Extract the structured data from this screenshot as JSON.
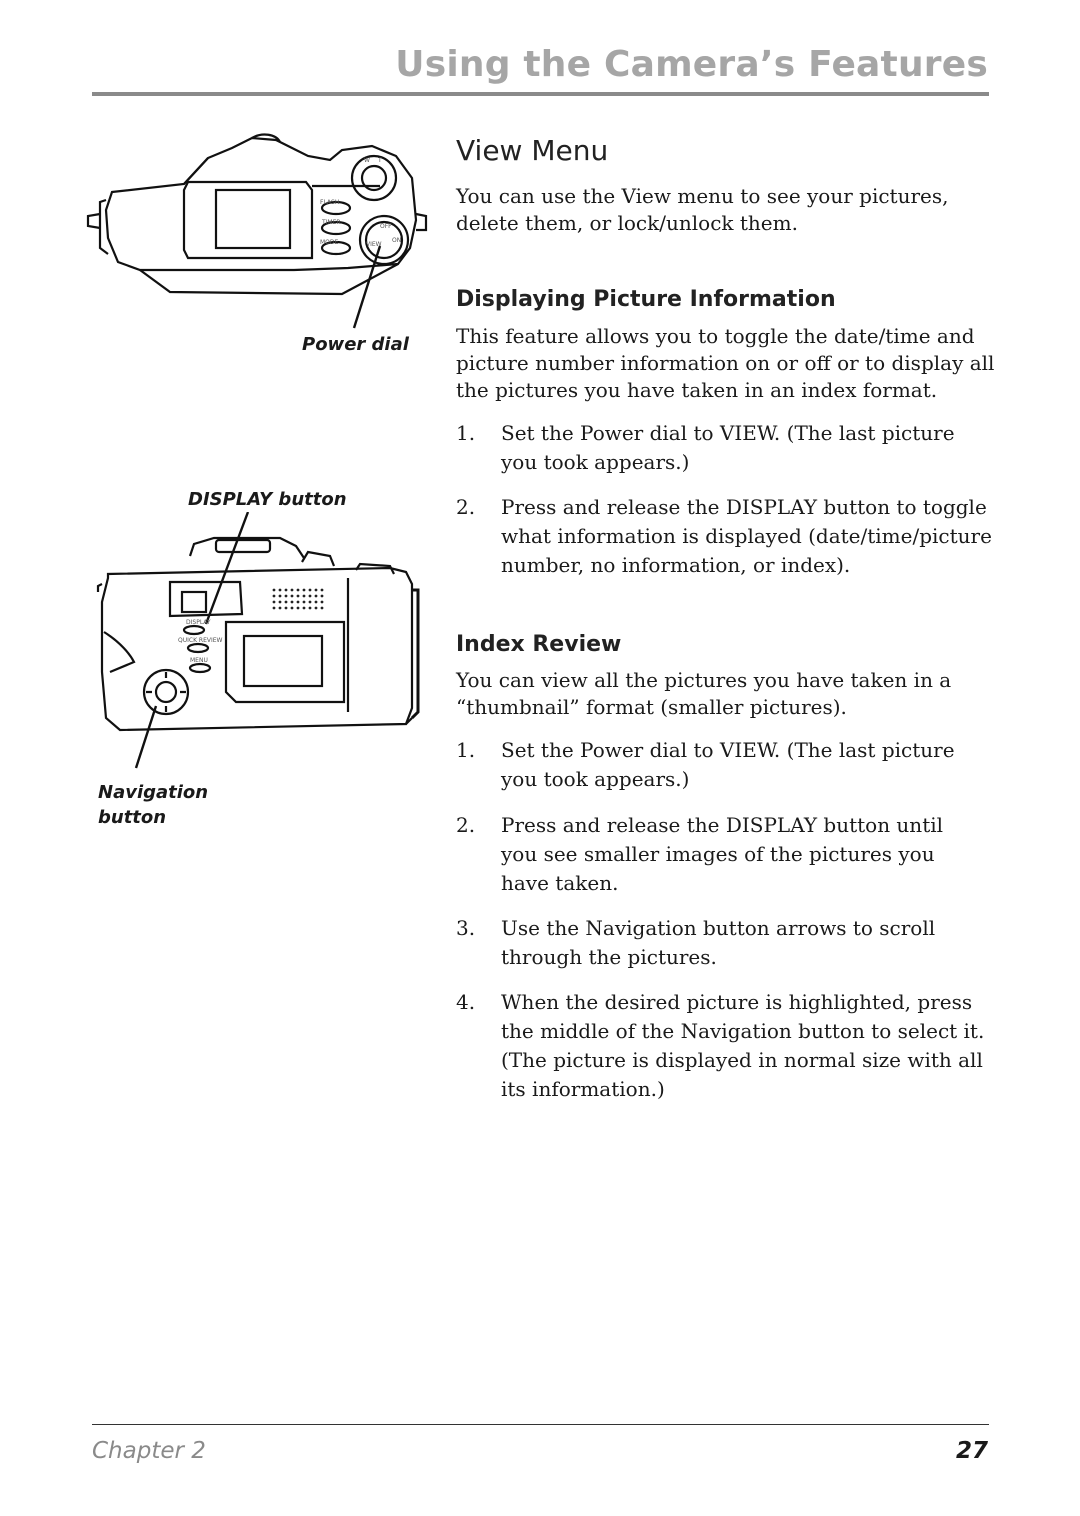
{
  "header": {
    "title": "Using the Camera’s Features"
  },
  "figure": {
    "top_camera_labels": {
      "flash": "FLASH",
      "timer": "TIMER",
      "mode": "MODE",
      "off": "OFF",
      "on": "ON",
      "view": "VIEW",
      "w": "W",
      "t": "T"
    },
    "back_camera_labels": {
      "display": "DISPLAY",
      "quick_review": "QUICK REVIEW",
      "menu": "MENU"
    },
    "captions": {
      "power_dial": "Power dial",
      "display_button": "DISPLAY button",
      "navigation_line1": "Navigation",
      "navigation_line2": "button"
    }
  },
  "section": {
    "title": "View Menu",
    "intro": "You can use the View menu to see your pictures, delete them, or lock/unlock them."
  },
  "displaying": {
    "title": "Displaying Picture Information",
    "intro": "This feature allows you to toggle the date/time and picture number information on or off or to display all the pictures you have taken in an index format.",
    "steps": [
      {
        "num": "1.",
        "text": "Set the Power dial to VIEW. (The last picture you took appears.)"
      },
      {
        "num": "2.",
        "text": "Press and release the DISPLAY button to toggle what information is displayed (date/time/picture number, no information, or index)."
      }
    ]
  },
  "index_review": {
    "title": "Index Review",
    "intro": "You can view all the pictures you have taken in a “thumbnail” format (smaller pictures).",
    "steps": [
      {
        "num": "1.",
        "text": "Set the Power dial to VIEW. (The last picture you took appears.)"
      },
      {
        "num": "2.",
        "text": "Press and release the DISPLAY button until you see smaller images of the pictures you have taken."
      },
      {
        "num": "3.",
        "text": "Use the Navigation button arrows to scroll through the pictures."
      },
      {
        "num": "4.",
        "text": "When the desired picture is highlighted, press the middle of the Navigation button to select it. (The picture is displayed in normal size with all its information.)"
      }
    ]
  },
  "footer": {
    "chapter": "Chapter 2",
    "page": "27"
  }
}
